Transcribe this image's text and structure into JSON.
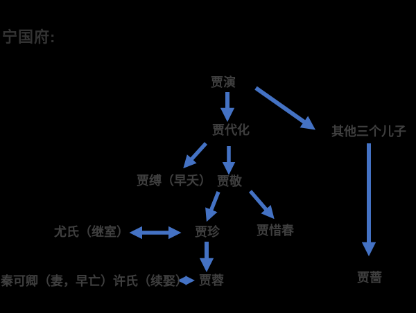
{
  "title": "宁国府:",
  "colors": {
    "background": "#000000",
    "title_text": "#333333",
    "node_text": "#3f3f3f",
    "arrow": "#4472C4"
  },
  "diagram": {
    "type": "family-tree",
    "nodes": {
      "jia_yan": {
        "label": "贾演"
      },
      "jia_daihua": {
        "label": "贾代化"
      },
      "other_sons": {
        "label": "其他三个儿子"
      },
      "jia_fu": {
        "label": "贾缚（早夭）"
      },
      "jia_jing": {
        "label": "贾敬"
      },
      "you_shi": {
        "label": "尤氏（继室）"
      },
      "jia_zhen": {
        "label": "贾珍"
      },
      "jia_xichun": {
        "label": "贾惜春"
      },
      "qin_keqing_xu_shi": {
        "label": "秦可卿（妻，早亡）许氏（续娶）"
      },
      "jia_rong": {
        "label": "贾蓉"
      },
      "jia_qiang": {
        "label": "贾蔷"
      }
    },
    "edges": [
      {
        "from": "贾演",
        "to": "贾代化",
        "style": "arrow"
      },
      {
        "from": "贾演",
        "to": "其他三个儿子",
        "style": "arrow"
      },
      {
        "from": "贾代化",
        "to": "贾缚（早夭）",
        "style": "arrow"
      },
      {
        "from": "贾代化",
        "to": "贾敬",
        "style": "arrow"
      },
      {
        "from": "贾敬",
        "to": "贾珍",
        "style": "arrow"
      },
      {
        "from": "贾敬",
        "to": "贾惜春",
        "style": "arrow"
      },
      {
        "from": "尤氏（继室）",
        "to": "贾珍",
        "style": "double-arrow"
      },
      {
        "from": "贾珍",
        "to": "贾蓉",
        "style": "arrow"
      },
      {
        "from": "许氏（续娶）",
        "to": "贾蓉",
        "style": "double-arrow"
      },
      {
        "from": "其他三个儿子",
        "to": "贾蔷",
        "style": "arrow"
      }
    ]
  }
}
